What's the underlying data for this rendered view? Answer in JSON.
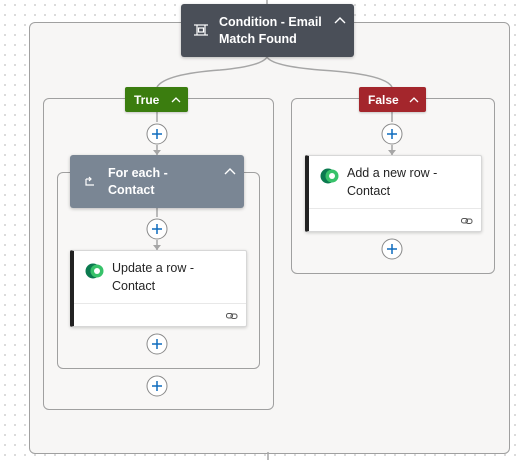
{
  "condition": {
    "title": "Condition - Email\nMatch Found",
    "icon": "condition-icon"
  },
  "branches": {
    "true": {
      "label": "True"
    },
    "false": {
      "label": "False"
    }
  },
  "foreach": {
    "title": "For each -\nContact",
    "icon": "loop-icon"
  },
  "actions": {
    "update": {
      "title": "Update a row -\nContact",
      "icon": "dataverse-icon"
    },
    "add": {
      "title": "Add a new row -\nContact",
      "icon": "dataverse-icon"
    }
  },
  "colors": {
    "condition_header": "#4a4f58",
    "foreach_header": "#7a8694",
    "true_branch": "#3b7d0f",
    "false_branch": "#a4262c",
    "add_button": "#0f6cbd"
  }
}
